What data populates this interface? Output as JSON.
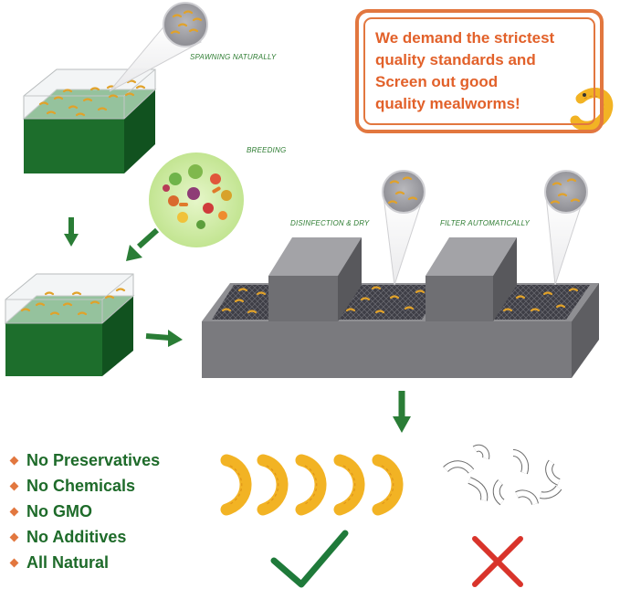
{
  "callout": {
    "lines": [
      "We demand the strictest",
      "quality standards and",
      "Screen out good",
      "quality mealworms!"
    ]
  },
  "stages": {
    "spawning": "SPAWNING NATURALLY",
    "breeding": "BREEDING",
    "disinfection": "DISINFECTION & DRY",
    "filter": "FILTER AUTOMATICALLY"
  },
  "benefits": [
    "No Preservatives",
    "No Chemicals",
    "No GMO",
    "No Additives",
    "All Natural"
  ],
  "colors": {
    "accent_orange": "#e2773f",
    "brand_green": "#1e6b2a",
    "check_green": "#1f7a3a",
    "reject_red": "#d9342b",
    "worm_yellow": "#f2b324"
  },
  "icons": {
    "accept": "check-icon",
    "reject": "cross-icon"
  }
}
